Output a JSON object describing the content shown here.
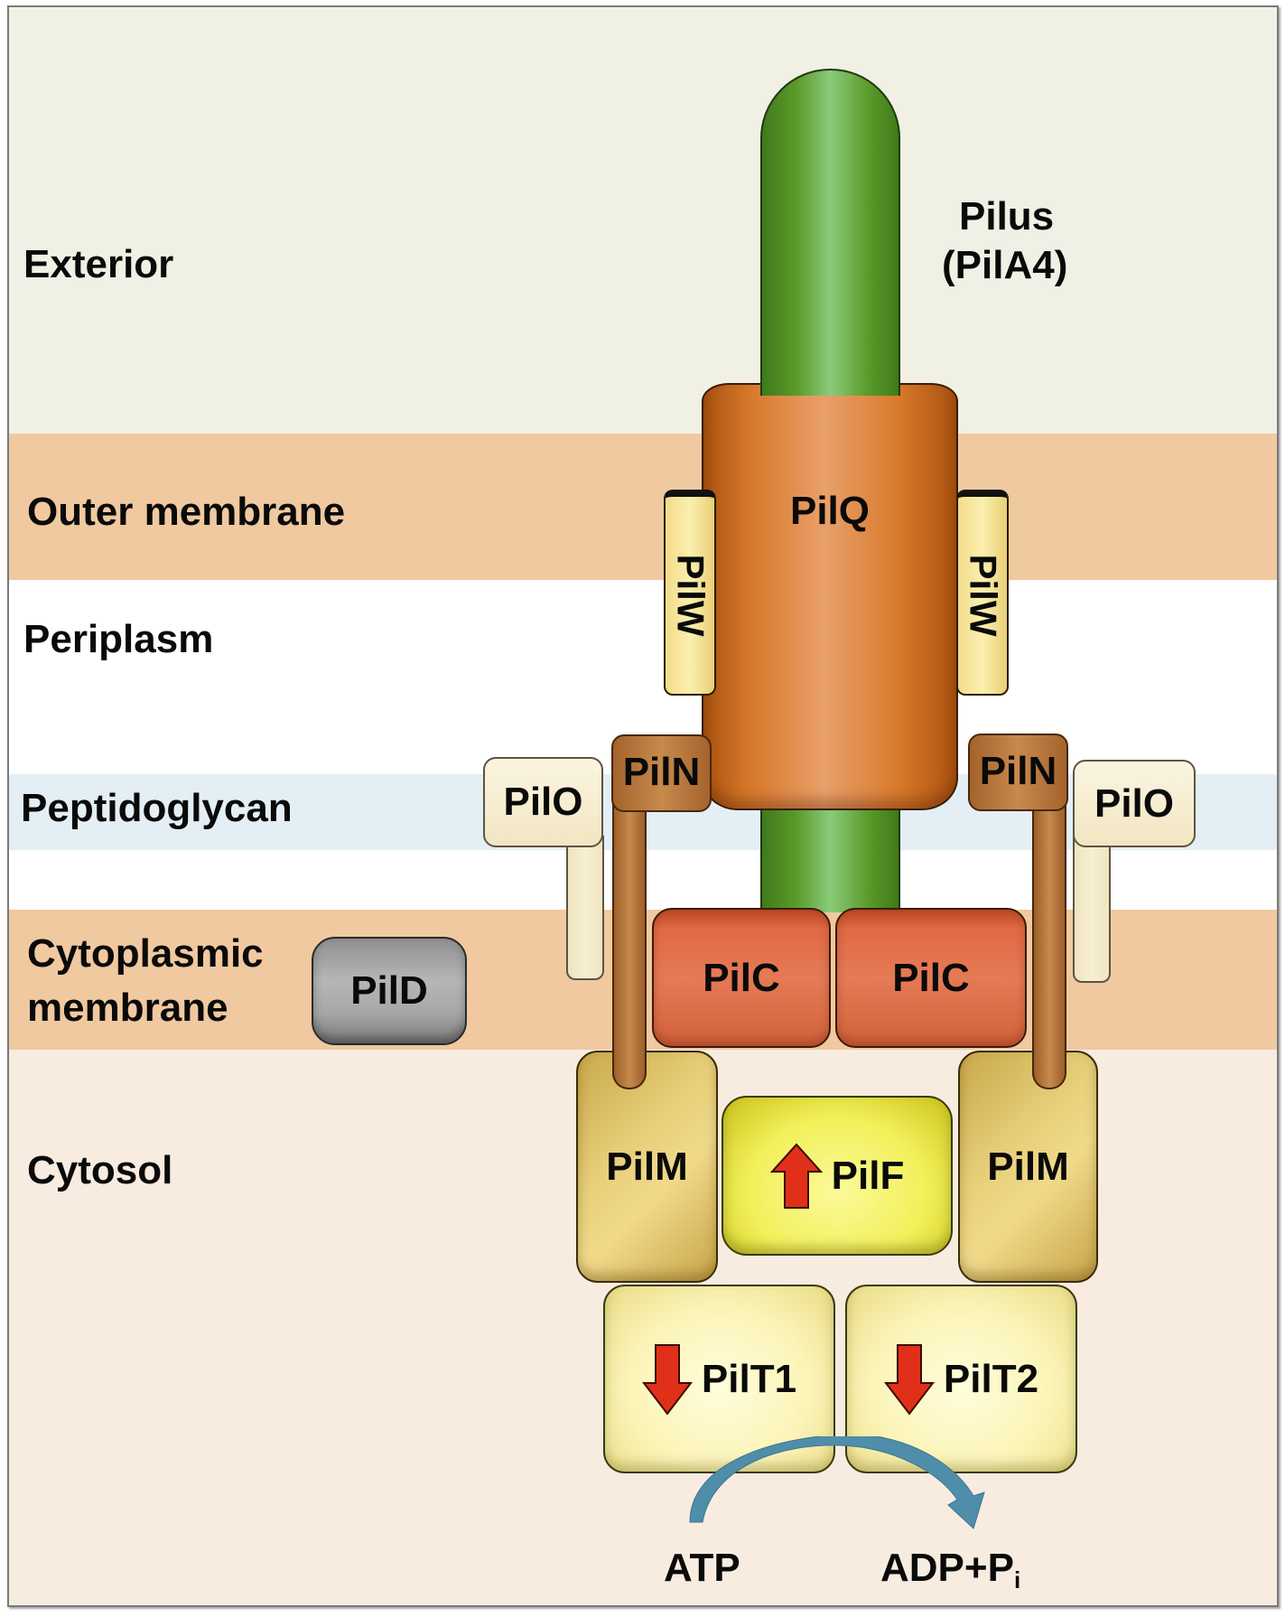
{
  "figure": {
    "title": "Type IV pilus machinery across the cell envelope",
    "compartments": [
      {
        "id": "exterior",
        "label": "Exterior",
        "color": "#f0f1e4"
      },
      {
        "id": "outer_membrane",
        "label": "Outer membrane",
        "color": "#f0c9a0"
      },
      {
        "id": "periplasm",
        "label": "Periplasm",
        "color": "#ffffff"
      },
      {
        "id": "peptidoglycan",
        "label": "Peptidoglycan",
        "color": "#e3eff5"
      },
      {
        "id": "cytoplasmic_membrane",
        "label_line1": "Cytoplasmic",
        "label_line2": "membrane",
        "color": "#f0c9a0"
      },
      {
        "id": "cytosol",
        "label": "Cytosol",
        "color": "#f8ece1"
      }
    ],
    "pilus_label": {
      "line1": "Pilus",
      "line2": "(PilA4)"
    },
    "proteins": {
      "pilq": "PilQ",
      "pilw_left": "PilW",
      "pilw_right": "PilW",
      "piln_left": "PilN",
      "piln_right": "PilN",
      "pilo_left": "PilO",
      "pilo_right": "PilO",
      "pilc_left": "PilC",
      "pilc_right": "PilC",
      "pild": "PilD",
      "pilm_left": "PilM",
      "pilm_right": "PilM",
      "pilf": "PilF",
      "pilt1": "PilT1",
      "pilt2": "PilT2"
    },
    "motor_arrows": {
      "pilf": {
        "direction": "up",
        "meaning": "extension"
      },
      "pilt1": {
        "direction": "down",
        "meaning": "retraction"
      },
      "pilt2": {
        "direction": "down",
        "meaning": "retraction"
      }
    },
    "reaction": {
      "substrate": "ATP",
      "product": "ADP+P",
      "product_subscript": "i"
    },
    "colors": {
      "pilus_green": "#5a9a2a",
      "pilq_orange": "#d7782a",
      "pilc_red": "#e06a45",
      "pilf_yellow": "#f2f05a",
      "pilt_pale_yellow": "#fbf4b8",
      "pilm_gold": "#e7cf7a",
      "pild_gray": "#b0b0b0",
      "motor_arrow_red": "#e0301a",
      "reaction_arrow_blue": "#4f8eaa"
    }
  }
}
